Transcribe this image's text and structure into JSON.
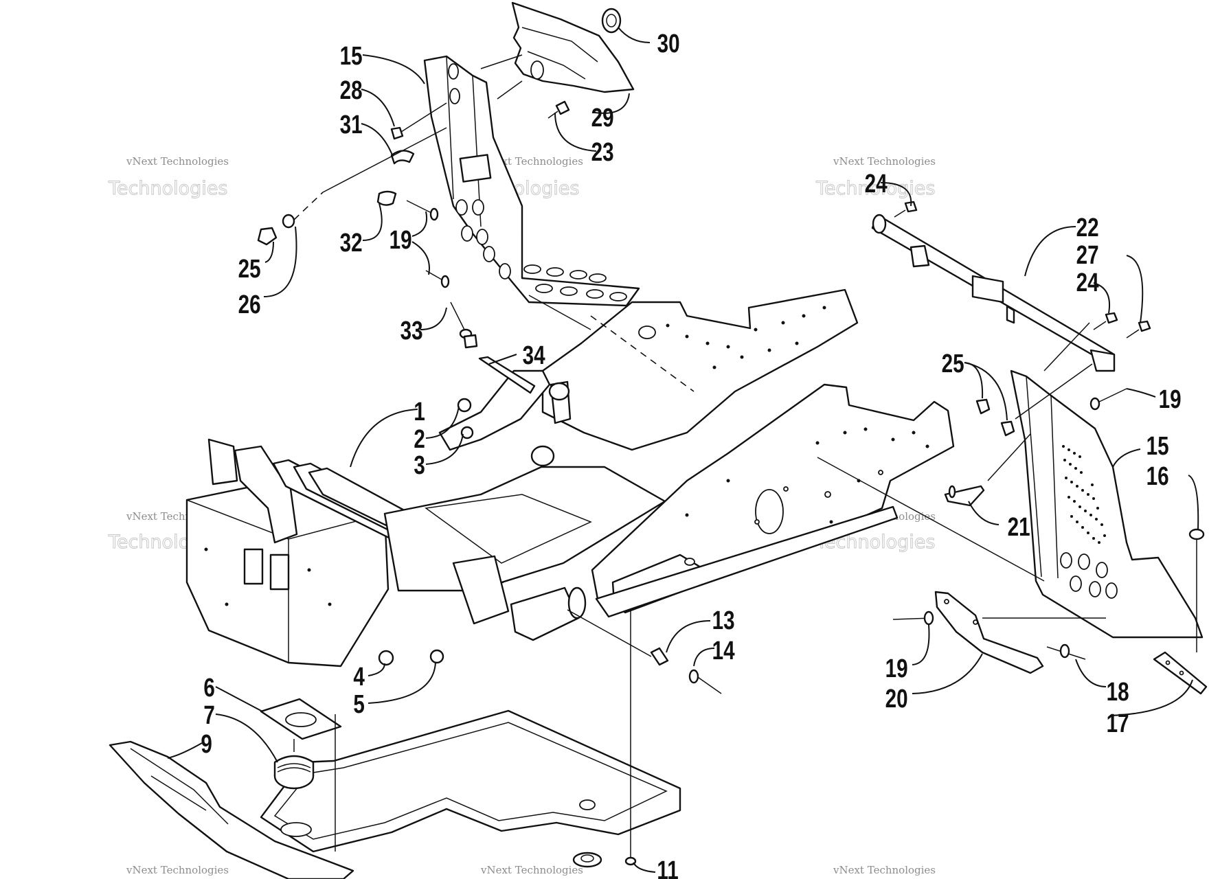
{
  "diagram": {
    "watermark": {
      "line1": "vNext Technologies",
      "line2": "Technologies"
    },
    "callouts": {
      "c1": "1",
      "c2": "2",
      "c3": "3",
      "c4": "4",
      "c5": "5",
      "c6": "6",
      "c7": "7",
      "c9": "9",
      "c11": "11",
      "c13": "13",
      "c14": "14",
      "c15_left": "15",
      "c15_right": "15",
      "c16": "16",
      "c17": "17",
      "c18": "18",
      "c19_top": "19",
      "c19_right": "19",
      "c19_bottom": "19",
      "c20": "20",
      "c21": "21",
      "c22": "22",
      "c23": "23",
      "c24_top": "24",
      "c24_mid": "24",
      "c25_left": "25",
      "c25_right": "25",
      "c26": "26",
      "c27": "27",
      "c28": "28",
      "c29": "29",
      "c30": "30",
      "c31": "31",
      "c32": "32",
      "c33": "33",
      "c34": "34"
    }
  }
}
